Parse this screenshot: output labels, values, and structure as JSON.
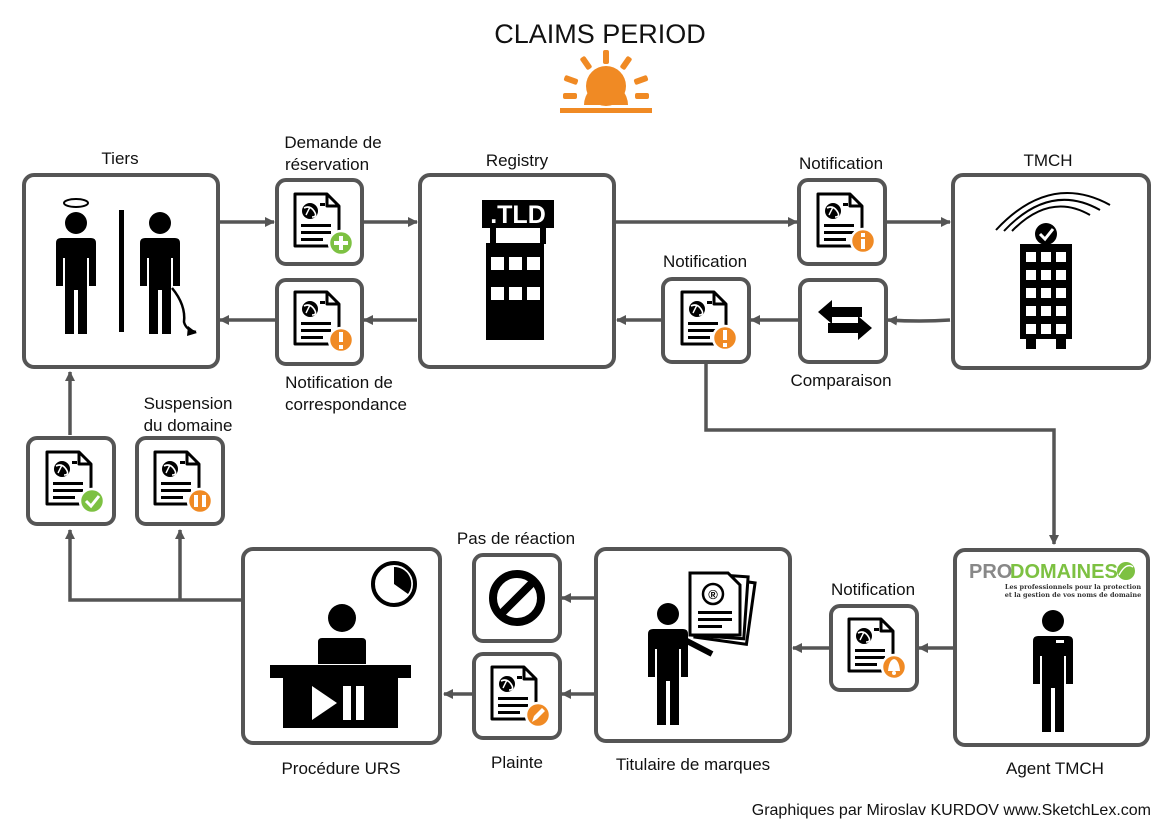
{
  "title": "CLAIMS PERIOD",
  "credit": "Graphiques par Miroslav KURDOV  www.SketchLex.com",
  "colors": {
    "accent_orange": "#f08a24",
    "check_green": "#7dc142",
    "stroke": "#555555",
    "icon": "#000000"
  },
  "nodes": {
    "tiers": "Tiers",
    "registry": "Registry",
    "registry_badge": ".TLD",
    "tmch": "TMCH",
    "agent": "Agent TMCH",
    "agent_brand_a": "PRO",
    "agent_brand_b": "DOMAINES",
    "agent_tagline_1": "Les professionnels pour la protection",
    "agent_tagline_2": "et la gestion de vos noms de domaine",
    "holder": "Titulaire de marques",
    "holder_mark": "®",
    "urs": "Procédure URS"
  },
  "documents": {
    "reservation_1": "Demande de",
    "reservation_2": "réservation",
    "notif_tmch": "Notification",
    "notif_registry": "Notification",
    "comparison": "Comparaison",
    "match_1": "Notification de",
    "match_2": "correspondance",
    "suspension_1": "Suspension",
    "suspension_2": "du domaine",
    "no_reaction": "Pas de réaction",
    "complaint": "Plainte",
    "notif_agent": "Notification"
  },
  "icons": [
    "sun-icon",
    "angel-person-icon",
    "devil-person-icon",
    "building-icon",
    "signal-arcs-icon",
    "check-icon",
    "exchange-arrows-icon",
    "document-icon",
    "plus-badge-icon",
    "info-badge-icon",
    "alert-badge-icon",
    "pause-badge-icon",
    "bell-badge-icon",
    "pen-badge-icon",
    "no-entry-icon",
    "clock-icon",
    "play-pause-icon",
    "person-icon",
    "trademark-documents-icon"
  ]
}
